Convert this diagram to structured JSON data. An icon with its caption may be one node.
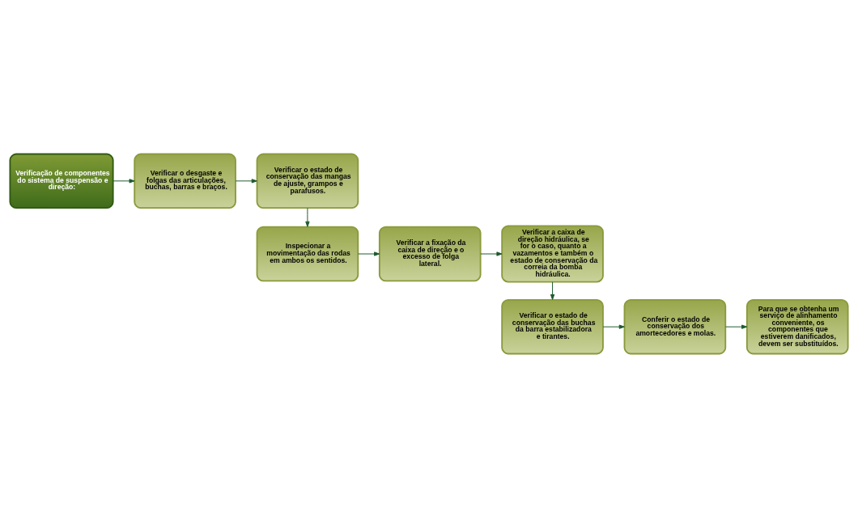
{
  "diagram": {
    "nodes": [
      {
        "text": [
          "Verificação de componentes do sistema de suspensão e direção:"
        ]
      },
      {
        "text": [
          "Verificar o desgaste e folgas das articulações, buchas, barras e braços."
        ]
      },
      {
        "text": [
          "Verificar o estado de conservação das mangas de ajuste, grampos e parafusos."
        ]
      },
      {
        "text": [
          "Inspecionar a movimentação das rodas em ambos os sentidos."
        ]
      },
      {
        "text": [
          "Verificar a fixação da caixa de direção e o excesso de folga lateral."
        ]
      },
      {
        "text": [
          "Verificar a caixa de direção hidráulica, se for o caso, quanto a vazamentos e também o estado de conservação da correia da bomba hidráulica."
        ]
      },
      {
        "text": [
          "Verificar o estado de conservação das buchas da barra estabilizadora e tirantes."
        ]
      },
      {
        "text": [
          "Conferir o estado de conservação dos amortecedores e molas."
        ]
      },
      {
        "text": [
          "Para que se obtenha um serviço de alinhamento conveniente, os componentes que estiverem danificados, devem ser substituídos."
        ]
      }
    ],
    "edges": [
      {
        "from": 0,
        "to": 1,
        "arrow": "to"
      },
      {
        "from": 1,
        "to": 2,
        "arrow": "to"
      },
      {
        "from": 2,
        "to": 3,
        "arrow": "to"
      },
      {
        "from": 3,
        "to": 4,
        "arrow": "to"
      },
      {
        "from": 4,
        "to": 5,
        "arrow": "to"
      },
      {
        "from": 5,
        "to": 6,
        "arrow": "to"
      },
      {
        "from": 6,
        "to": 7,
        "arrow": "to"
      },
      {
        "from": 7,
        "to": 8,
        "arrow": "to"
      }
    ]
  }
}
